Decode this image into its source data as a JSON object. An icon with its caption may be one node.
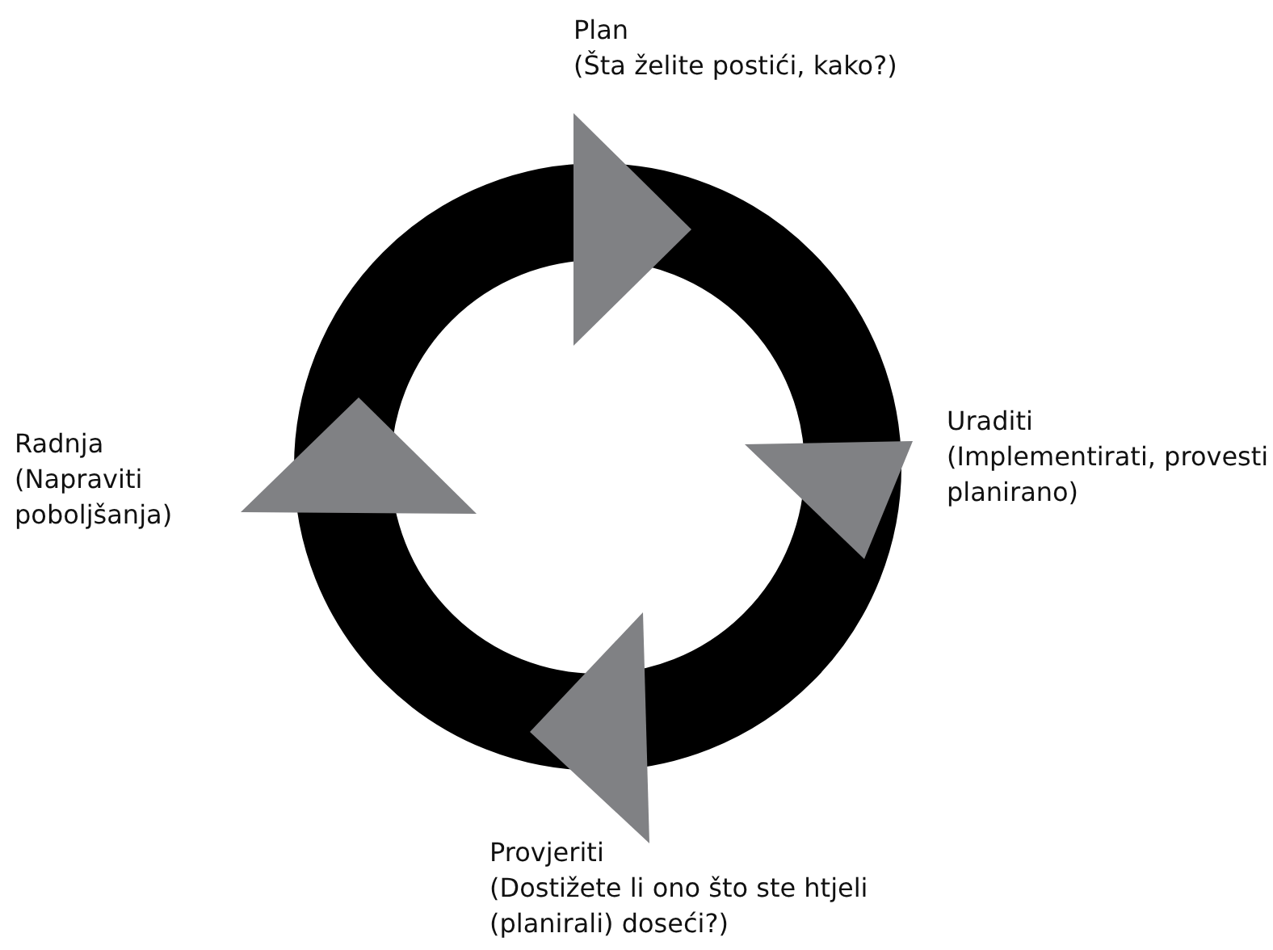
{
  "diagram": {
    "labels": [
      "Plan",
      "(Šta želite postići, kako?)",
      "Uraditi",
      "(Implementirati, provesti planirano)",
      "Radnja",
      "(Napraviti poboljšanja)",
      "Provjeriti",
      "(Dostižete li ono što ste htjeli (planirali) doseći?)"
    ]
  }
}
